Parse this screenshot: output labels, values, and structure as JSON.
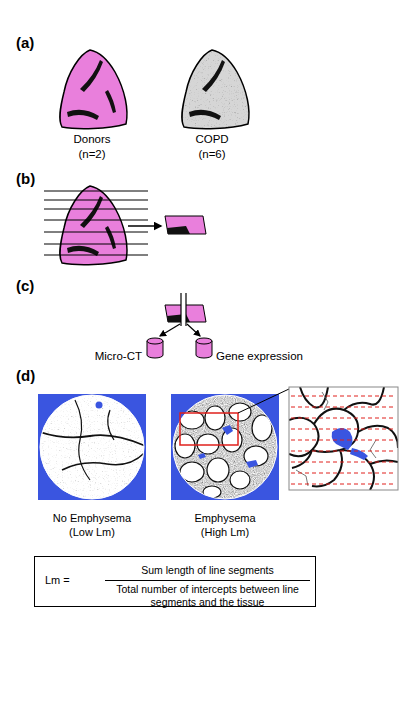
{
  "diagram": {
    "nodes": [
      {
        "text": [
          "Lm =",
          "Sum length of line segments",
          "Total number of intercepts between line segments and the tissue"
        ]
      }
    ],
    "labels": [
      "(a)",
      "Donors (n=2)",
      "COPD (n=6)",
      "(b)",
      "(c)",
      "Micro-CT",
      "Gene expression",
      "(d)",
      "No Emphysema (Low Lm)",
      "Emphysema (High Lm)"
    ]
  }
}
